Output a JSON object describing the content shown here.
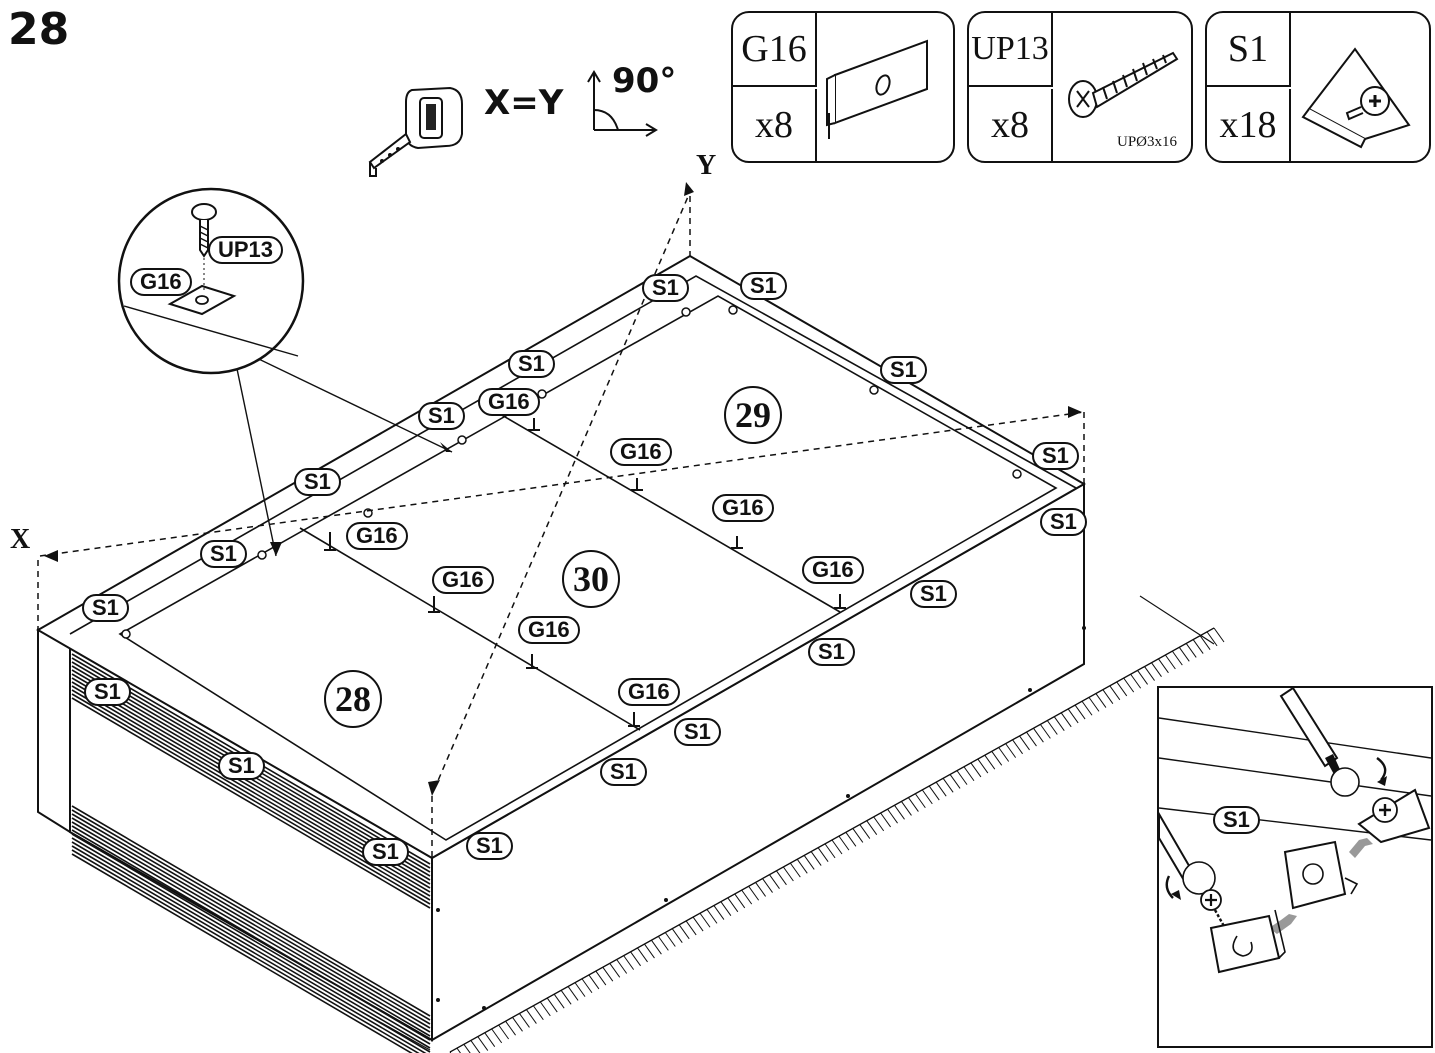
{
  "step_number": "28",
  "measure_rule": {
    "text": "X=Y",
    "angle": "90°"
  },
  "parts": [
    {
      "code": "G16",
      "quantity": "x8",
      "picture": "connector-plate-icon",
      "spec": ""
    },
    {
      "code": "UP13",
      "quantity": "x8",
      "picture": "screw-icon",
      "spec": "UPØ3x16"
    },
    {
      "code": "S1",
      "quantity": "x18",
      "picture": "corner-bracket-icon",
      "spec": ""
    }
  ],
  "detail_callout": {
    "screw_label": "UP13",
    "plate_label": "G16"
  },
  "axes": {
    "x": "X",
    "y": "Y"
  },
  "panels": [
    "28",
    "30",
    "29"
  ],
  "bracket_label": "S1",
  "plate_label": "G16",
  "inset": {
    "label": "S1"
  }
}
